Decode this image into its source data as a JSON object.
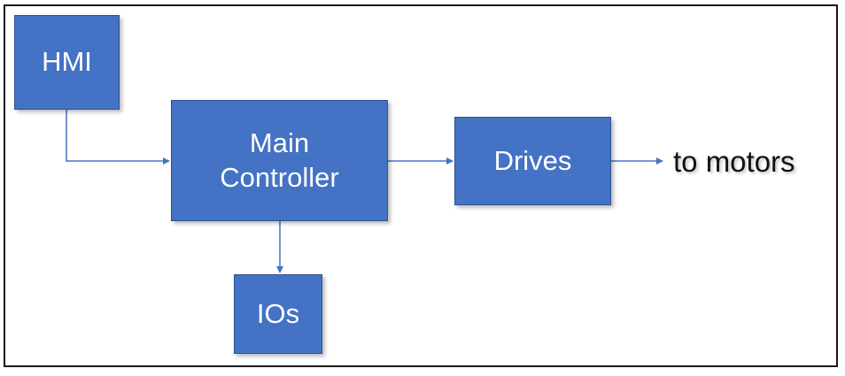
{
  "diagram": {
    "blocks": {
      "hmi": "HMI",
      "main_controller": "Main\nController",
      "drives": "Drives",
      "ios": "IOs"
    },
    "output_label": "to motors"
  },
  "colors": {
    "block_fill": "#4472c4",
    "block_border": "#2f528f",
    "connector": "#4472c4",
    "frame": "#1a1a1a"
  }
}
